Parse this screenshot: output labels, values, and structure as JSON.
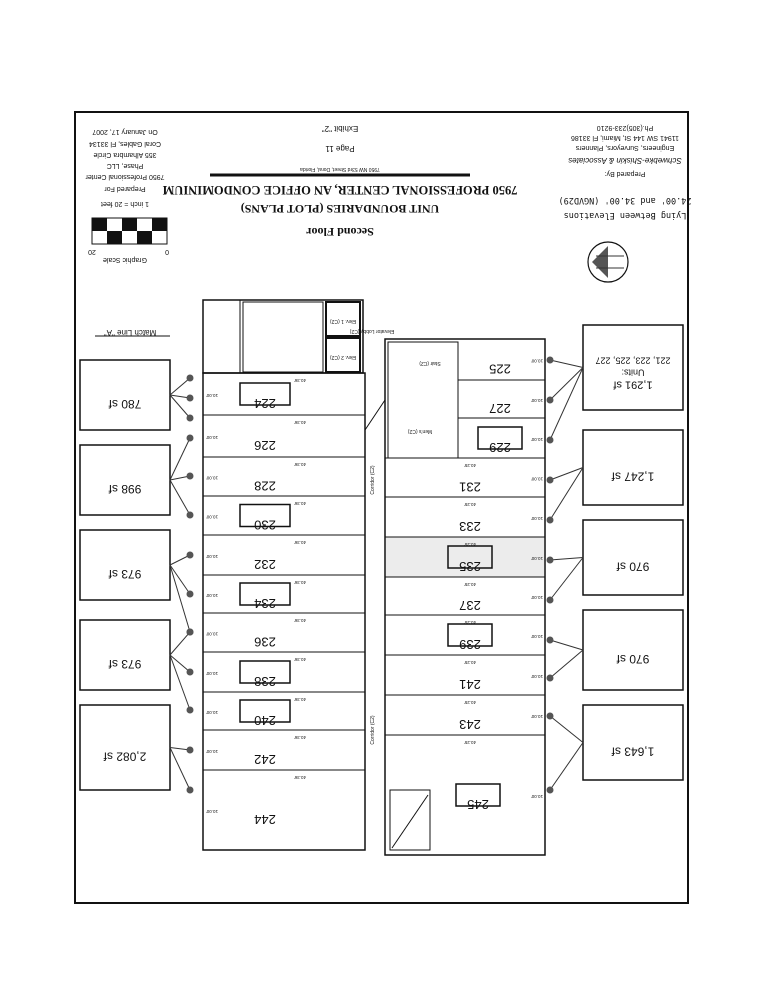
{
  "header": {
    "floor": "Second Floor",
    "subtitle": "UNIT BOUNDARIES (PLOT PLANS)",
    "title": "7950 PROFESSIONAL CENTER, AN OFFICE CONDOMINIUM",
    "address": "7950 NW 53rd Street, Doral, Florida",
    "page": "Page 11",
    "exhibit": "Exhibit \"2\"",
    "elevations": [
      "Lying Between Elevations",
      "24.00' and 34.00' (NGVD29)"
    ],
    "prepared_by": [
      "Prepared By:",
      "Schwebke-Shiskin & Associates",
      "Engineers, Surveyors, Planners",
      "11941 SW 144 St, Miami, Fl 33186",
      "Ph.(305)233-9210"
    ],
    "prepared_for": [
      "Prepared For",
      "7950 Professional Center",
      "Phase, LLC",
      "355 Alhambra Circle",
      "Coral Gables, Fl 33134",
      "On January 17, 2007"
    ],
    "scale_text": "1 inch = 20 feet",
    "graphic_scale": "Graphic Scale",
    "scale_min": "0",
    "scale_max": "20",
    "match_line": "Match Line \"A\""
  },
  "plan": {
    "left_units": [
      "224",
      "226",
      "228",
      "230",
      "232",
      "234",
      "236",
      "238",
      "240",
      "242",
      "244"
    ],
    "right_units": [
      "225",
      "227",
      "229",
      "231",
      "233",
      "235",
      "237",
      "239",
      "241",
      "243",
      "245"
    ],
    "corridor": "Corridor (C2)",
    "elevator_lobby": "Elevator Lobby (C2)",
    "elev1": "Elev. 1 (C2)",
    "elev2": "Elev. 2 (C2)",
    "stair": "Stair (C2)",
    "mens": "Men's (C2)",
    "dim_width": "10.00'",
    "dim_depth_left": "40.36'",
    "dim_depth_right": "40.25'"
  },
  "areas": {
    "left": [
      "780 sf",
      "998 sf",
      "973 sf",
      "973 sf",
      "2,082 sf"
    ],
    "right": [
      "1,291 sf",
      "1,247 sf",
      "970 sf",
      "970 sf",
      "1,643 sf"
    ],
    "right_units_label": "Units:",
    "right_units_list": "221, 223, 225, 227"
  }
}
